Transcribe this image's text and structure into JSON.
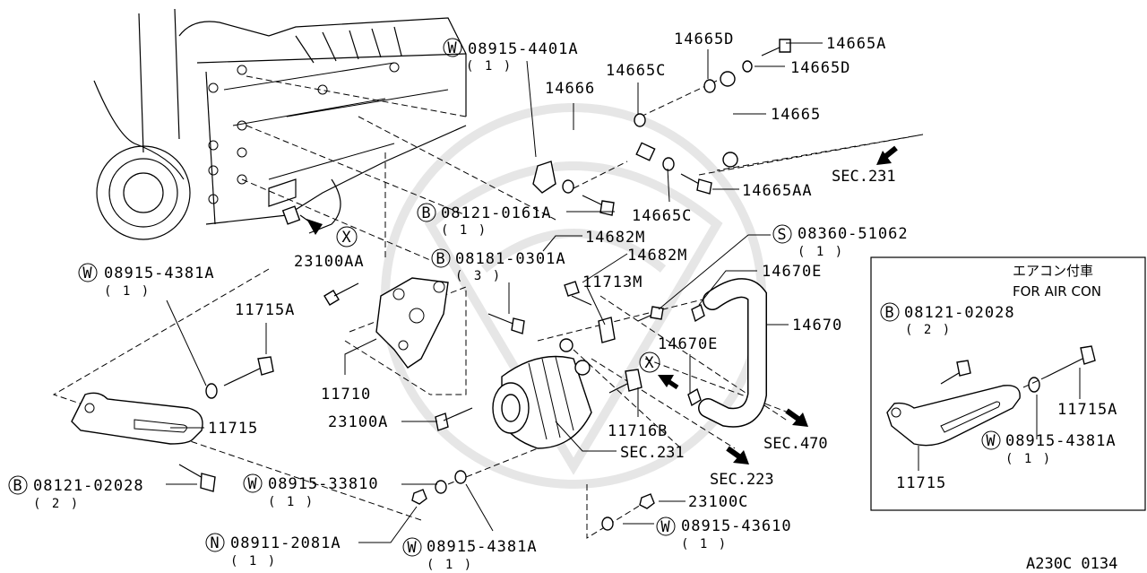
{
  "diagram_code": "A230C 0134",
  "prefixes": {
    "W": "W",
    "B": "B",
    "S": "S",
    "N": "N",
    "X": "X"
  },
  "inset": {
    "title_jp": "エアコン付車",
    "title_en": "FOR AIR CON",
    "bolt_pn": "08121-02028",
    "bolt_qty": "( 2 )",
    "washer_pn": "08915-4381A",
    "washer_qty": "( 1 )",
    "bolt2_pn": "11715A",
    "bracket_pn": "11715"
  },
  "callouts": {
    "w_08915_4401A": {
      "pn": "08915-4401A",
      "qty": "( 1 )"
    },
    "p14666": "14666",
    "p14665C_top": "14665C",
    "p14665D_top": "14665D",
    "p14665A": "14665A",
    "p14665D_right": "14665D",
    "p14665": "14665",
    "p14665AA": "14665AA",
    "sec231_top": "SEC.231",
    "b_08121_0161A": {
      "pn": "08121-0161A",
      "qty": "( 1 )"
    },
    "p14665C_bottom": "14665C",
    "s_08360_51062": {
      "pn": "08360-51062",
      "qty": "( 1 )"
    },
    "p14682M_a": "14682M",
    "b_08181_0301A": {
      "pn": "08181-0301A",
      "qty": "( 3 )"
    },
    "p14682M_b": "14682M",
    "p14670E_top": "14670E",
    "p23100AA": "23100AA",
    "p11713M": "11713M",
    "p14670": "14670",
    "w_08915_4381A_left": {
      "pn": "08915-4381A",
      "qty": "( 1 )"
    },
    "p11715A": "11715A",
    "p14670E_mid": "14670E",
    "p11710": "11710",
    "p11716B": "11716B",
    "sec470": "SEC.470",
    "p23100A": "23100A",
    "p11715": "11715",
    "sec231_mid": "SEC.231",
    "sec223": "SEC.223",
    "b_08121_02028": {
      "pn": "08121-02028",
      "qty": "( 2 )"
    },
    "w_08915_33810": {
      "pn": "08915-33810",
      "qty": "( 1 )"
    },
    "p23100C": "23100C",
    "w_08915_43610": {
      "pn": "08915-43610",
      "qty": "( 1 )"
    },
    "n_08911_2081A": {
      "pn": "08911-2081A",
      "qty": "( 1 )"
    },
    "w_08915_4381A_bottom": {
      "pn": "08915-4381A",
      "qty": "( 1 )"
    }
  }
}
